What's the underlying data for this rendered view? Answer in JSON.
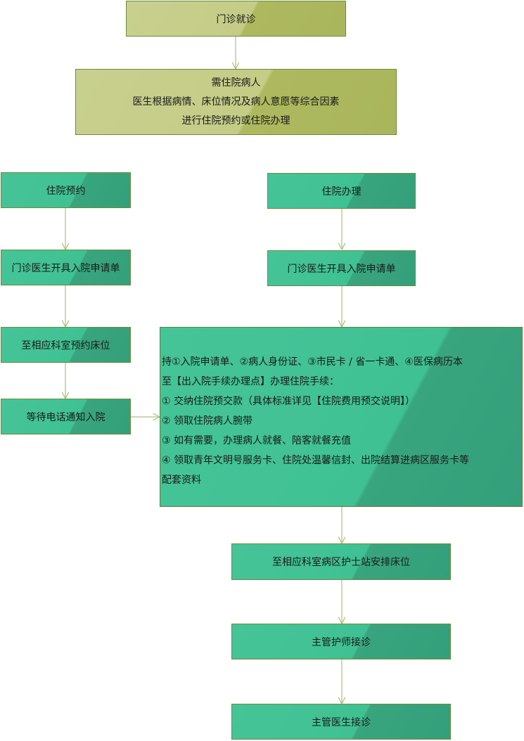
{
  "nodes": {
    "outpatient": "门诊就诊",
    "need_admission": [
      "需住院病人",
      "医生根据病情、床位情况及病人意愿等综合因素",
      "进行住院预约或住院办理"
    ],
    "reservation": "住院预约",
    "left_request": "门诊医生开具入院申请单",
    "reserve_bed": "至相应科室预约床位",
    "wait_call": "等待电话通知入院",
    "admission": "住院办理",
    "right_request": "门诊医生开具入院申请单",
    "procedures": [
      "持①入院申请单、②病人身份证、③市民卡 / 省一卡通、④医保病历本",
      "至【出入院手续办理点】办理住院手续：",
      "① 交纳住院预交款（具体标准详见【住院费用预交说明】）",
      "② 领取住院病人腕带",
      "③ 如有需要，办理病人就餐、陪客就餐充值",
      "④ 领取青年文明号服务卡、住院处温馨信封、出院结算进病区服务卡等",
      "配套资料"
    ],
    "nurse_station": "至相应科室病区护士站安排床位",
    "head_nurse": "主管护师接诊",
    "attending_doctor": "主管医生接诊"
  },
  "colors": {
    "olive_fill": "#c4cc86",
    "green_fill": "#40c194",
    "connector": "#a9c07a"
  }
}
